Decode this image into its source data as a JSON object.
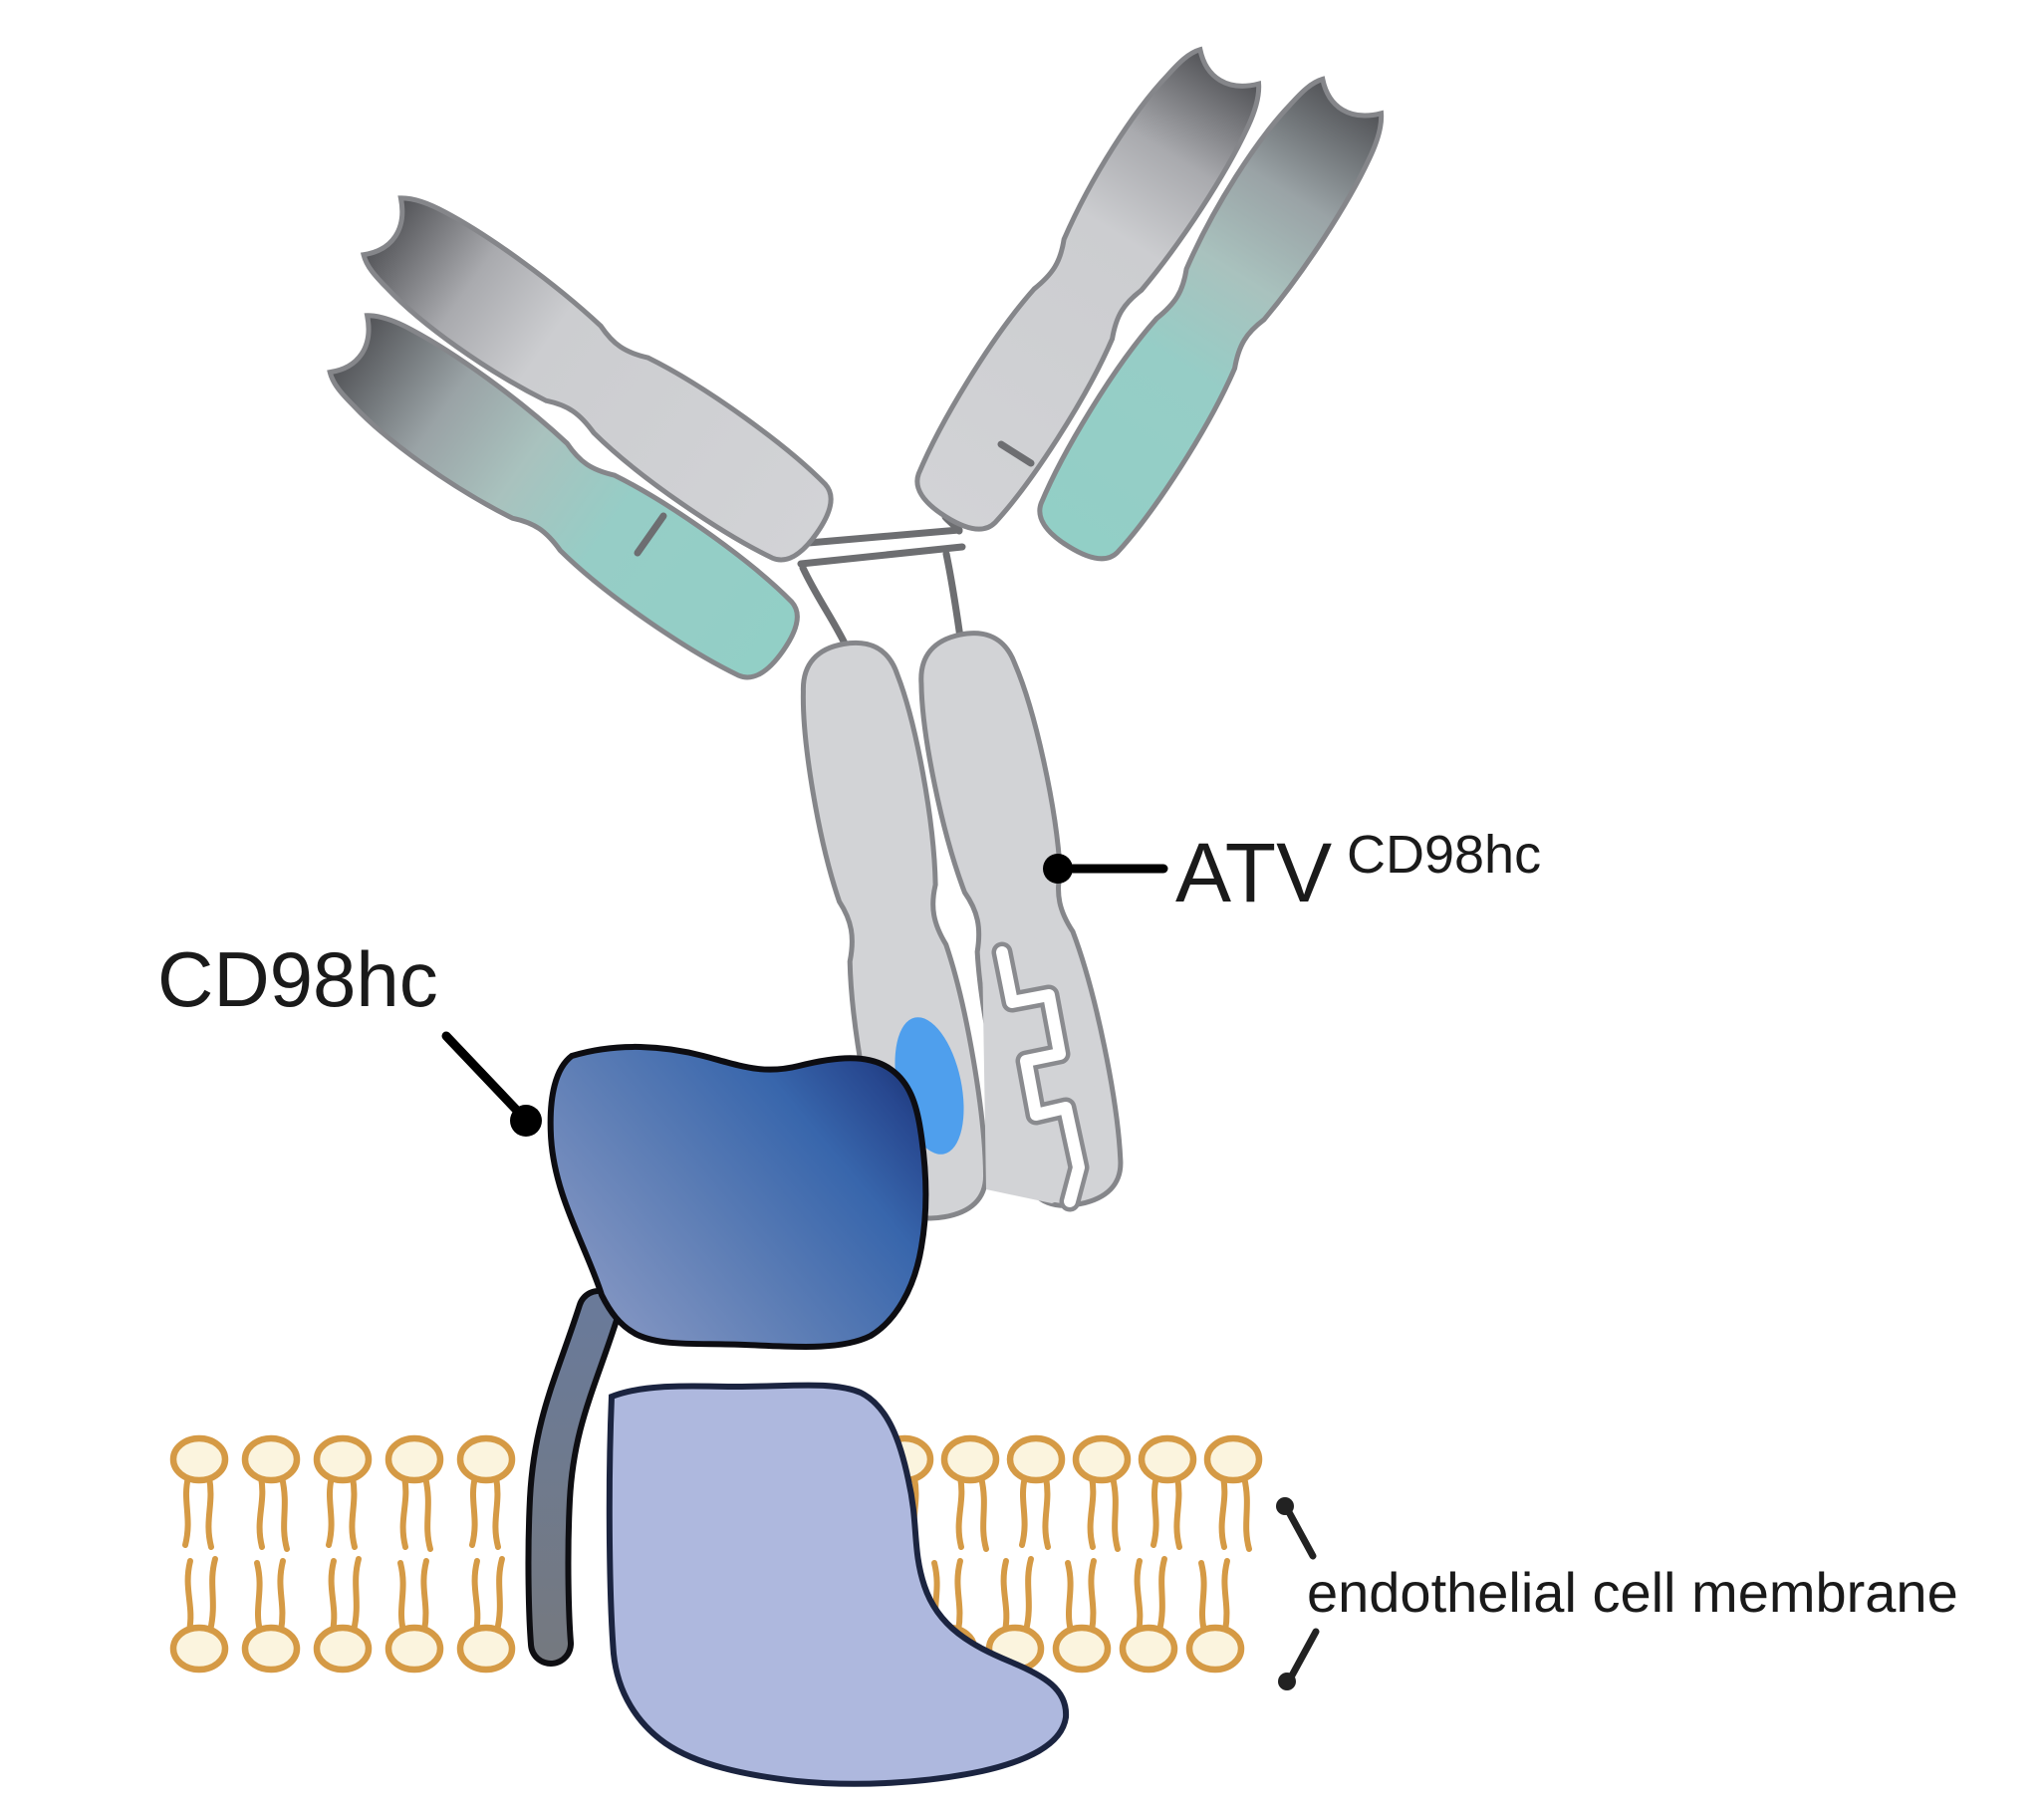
{
  "labels": {
    "atv": {
      "text": "ATV",
      "superscript": "CD98hc"
    },
    "cd98hc": {
      "text": "CD98hc"
    },
    "membrane": {
      "text": "endothelial cell membrane"
    }
  },
  "icons": {
    "antibody": "atv-antibody-icon",
    "binding_site": "atv-cd98hc-binding-site-icon",
    "receptor": "cd98hc-receptor-icon",
    "membrane": "lipid-bilayer-icon"
  },
  "colors": {
    "antibody_gray": "#D2D3D6",
    "antibody_outline": "#85868A",
    "fab_tip_dark": "#515256",
    "light_chain_teal": "#92CFC6",
    "fc_binding_site_blue": "#4F9FED",
    "cd98hc_gradient_light": "#8C9BC5",
    "cd98hc_gradient_dark": "#172F6B",
    "transmembrane_stem_gray": "#6E7C96",
    "membrane_domain_lavender": "#AEB8DE",
    "lipid_head_cream": "#FBF4DE",
    "lipid_orange": "#D59A45",
    "label_black": "#1A1A1A"
  }
}
